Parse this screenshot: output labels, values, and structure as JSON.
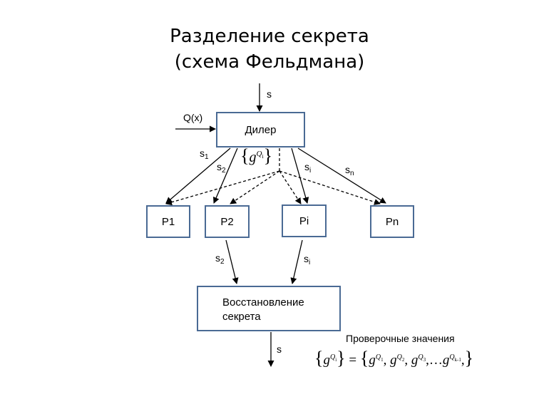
{
  "title": {
    "line1": "Разделение секрета",
    "line2": "(схема Фельдмана)"
  },
  "inputs": {
    "s_label": "s",
    "poly_label": "Q(x)"
  },
  "dealer": {
    "label": "Дилер"
  },
  "shares": {
    "s1": "s",
    "s1_sub": "1",
    "s2": "s",
    "s2_sub": "2",
    "si": "s",
    "si_sub": "i",
    "sn": "s",
    "sn_sub": "n"
  },
  "commitment": {
    "base": "g",
    "exp": "Q",
    "exp_sub": "i"
  },
  "participants": [
    "P1",
    "P2",
    "Pi",
    "Pn"
  ],
  "recovery_inputs": {
    "s2": "s",
    "s2_sub": "2",
    "si": "s",
    "si_sub": "i"
  },
  "recovery": {
    "line1": "Восстановление",
    "line2": "секрета"
  },
  "output": {
    "s_label": "s"
  },
  "verification": {
    "caption": "Проверочные значения",
    "lhs_base": "g",
    "lhs_exp": "Q",
    "lhs_exp_sub": "i",
    "terms": [
      {
        "base": "g",
        "exp": "Q",
        "sub": "1"
      },
      {
        "base": "g",
        "exp": "Q",
        "sub": "2"
      },
      {
        "base": "g",
        "exp": "Q",
        "sub": "3"
      },
      {
        "base": "g",
        "exp": "Q",
        "sub": "k-1"
      }
    ],
    "ellipsis": "…"
  }
}
